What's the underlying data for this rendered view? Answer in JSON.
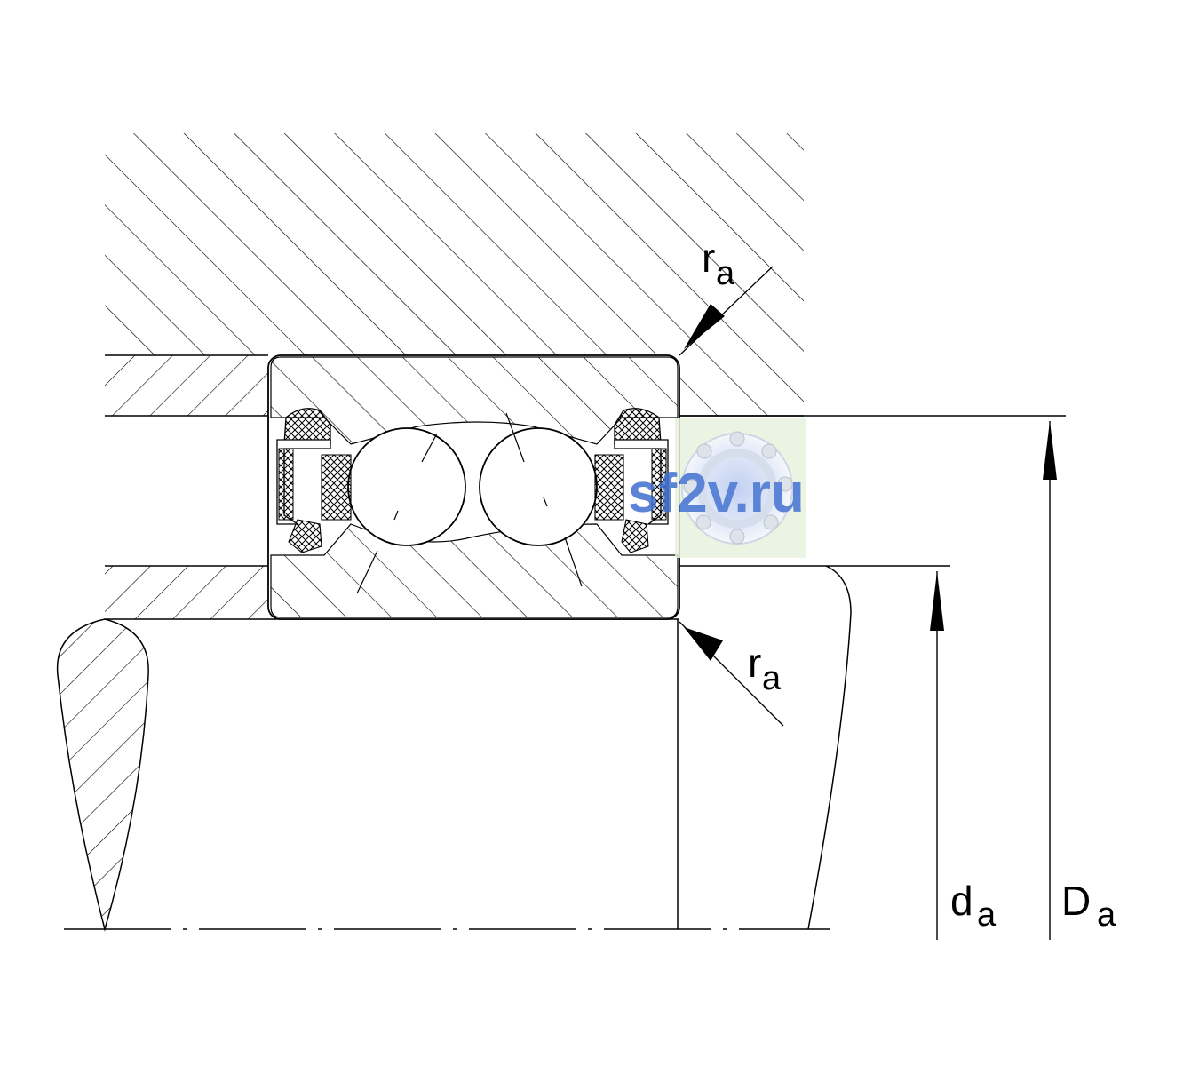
{
  "labels": {
    "ra_top": {
      "main": "r",
      "sub": "a"
    },
    "ra_bottom": {
      "main": "r",
      "sub": "a"
    },
    "da": {
      "main": "d",
      "sub": "a"
    },
    "Da": {
      "main": "D",
      "sub": "a"
    }
  },
  "watermark": {
    "text": "sf2v.ru",
    "color": "#3f6fd0",
    "panel_color": "#e8f2df"
  },
  "colors": {
    "line": "#000000",
    "background": "#ffffff"
  }
}
